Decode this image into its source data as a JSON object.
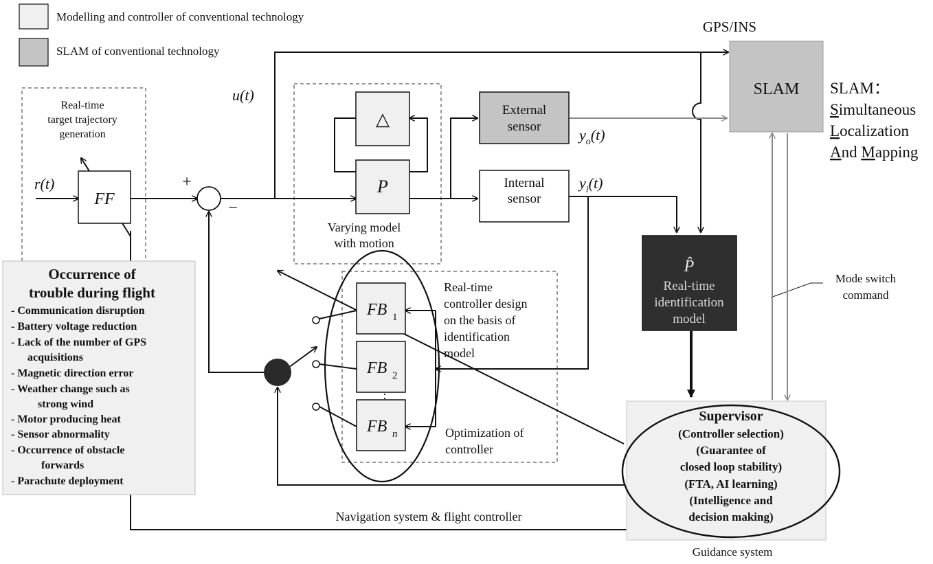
{
  "legend": {
    "conventional_modelling": "Modelling and controller of conventional technology",
    "conventional_slam": "SLAM of conventional technology"
  },
  "signals": {
    "u": "u(t)",
    "r": "r(t)",
    "yo": "y",
    "yo_sub": "o",
    "yo_arg": "(t)",
    "yi": "y",
    "yi_sub": "i",
    "yi_arg": "(t)",
    "plus": "+",
    "minus": "−"
  },
  "trajectory": {
    "label_lines": [
      "Real-time",
      "target trajectory",
      "generation"
    ],
    "ff": "FF"
  },
  "plant": {
    "delta": "△",
    "p": "P",
    "caption_lines": [
      "Varying model",
      "with motion"
    ]
  },
  "sensors": {
    "external_lines": [
      "External",
      "sensor"
    ],
    "internal_lines": [
      "Internal",
      "sensor"
    ]
  },
  "gps": "GPS/INS",
  "slam": {
    "box": "SLAM",
    "heading": "SLAM：",
    "expansion": [
      {
        "initial": "S",
        "rest": "imultaneous"
      },
      {
        "initial": "L",
        "rest": "ocalization"
      },
      {
        "initial": "A",
        "rest": "nd ",
        "initial2": "M",
        "rest2": "apping"
      }
    ]
  },
  "identification": {
    "symbol": "P̂",
    "lines": [
      "Real-time",
      "identification",
      "model"
    ]
  },
  "mode_switch_lines": [
    "Mode switch",
    "command"
  ],
  "controllers": {
    "fb": "FB",
    "subs": [
      "1",
      "2",
      "n"
    ],
    "dots": "⋮",
    "design_lines": [
      "Real-time",
      "controller design",
      "on the basis of",
      "identification",
      "model"
    ],
    "optimization_lines": [
      "Optimization of",
      "controller"
    ]
  },
  "trouble": {
    "title_lines": [
      "Occurrence of",
      "trouble during flight"
    ],
    "items": [
      "- Communication disruption",
      "- Battery voltage reduction",
      "- Lack of the number of GPS",
      "acquisitions",
      "- Magnetic direction error",
      "- Weather change such as",
      "strong wind",
      "- Motor producing heat",
      "- Sensor abnormality",
      "- Occurrence of obstacle",
      "forwards",
      "- Parachute deployment"
    ]
  },
  "supervisor": {
    "lines": [
      "Supervisor",
      "(Controller selection)",
      "(Guarantee of",
      "closed loop stability)",
      "(FTA, AI learning)",
      "(Intelligence and",
      "decision making)"
    ],
    "caption": "Guidance system"
  },
  "navigation": "Navigation system & flight controller",
  "colors": {
    "line": "#111111",
    "light_fill": "#f0f0f0",
    "slam_fill": "#c4c4c4",
    "dark_fill": "#2f2f2f",
    "grey_arrow": "#8a8a8a"
  }
}
